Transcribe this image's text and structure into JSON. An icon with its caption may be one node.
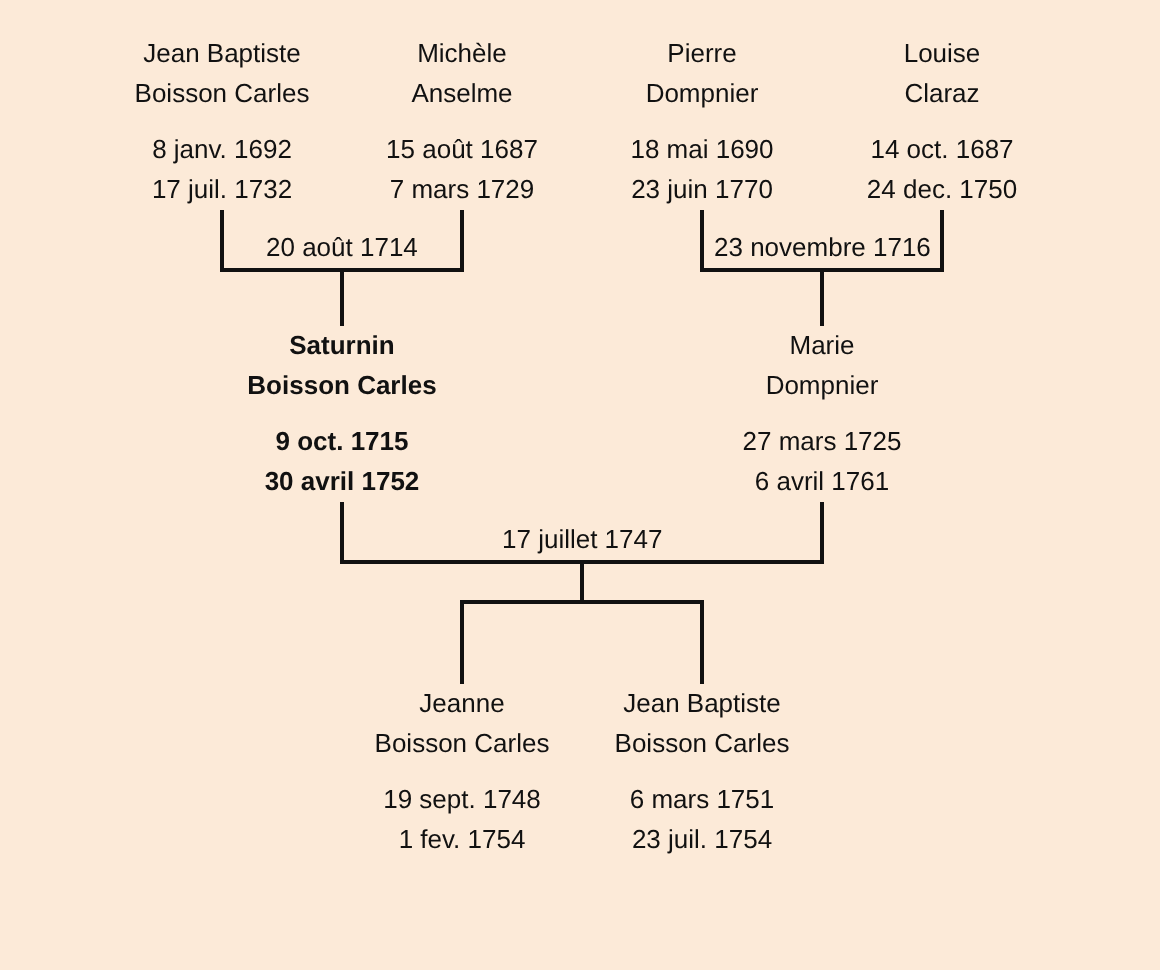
{
  "diagram": {
    "nodes": [
      {
        "text": [
          "Jean Baptiste Boisson Carles",
          "8 janv. 1692",
          "17 juil. 1732"
        ]
      },
      {
        "text": [
          "Michèle Anselme",
          "15 août 1687",
          "7 mars 1729"
        ]
      },
      {
        "text": [
          "Pierre Dompnier",
          "18 mai 1690",
          "23 juin 1770"
        ]
      },
      {
        "text": [
          "Louise Claraz",
          "14 oct. 1687",
          "24 dec. 1750"
        ]
      },
      {
        "text": [
          "Saturnin Boisson Carles",
          "9 oct. 1715",
          "30 avril 1752"
        ]
      },
      {
        "text": [
          "Marie Dompnier",
          "27 mars 1725",
          "6 avril 1761"
        ]
      },
      {
        "text": [
          "Jeanne Boisson Carles",
          "19 sept. 1748",
          "1 fev. 1754"
        ]
      },
      {
        "text": [
          "Jean Baptiste Boisson Carles",
          "6 mars 1751",
          "23 juil. 1754"
        ]
      }
    ],
    "edges": [
      {
        "from": 0,
        "to": 1,
        "arrow": "none",
        "label": "20 août 1714"
      },
      {
        "from": 0,
        "to": 4,
        "arrow": "none"
      },
      {
        "from": 1,
        "to": 4,
        "arrow": "none"
      },
      {
        "from": 2,
        "to": 3,
        "arrow": "none",
        "label": "23 novembre 1716"
      },
      {
        "from": 2,
        "to": 5,
        "arrow": "none"
      },
      {
        "from": 3,
        "to": 5,
        "arrow": "none"
      },
      {
        "from": 4,
        "to": 5,
        "arrow": "none",
        "label": "17 juillet 1747"
      },
      {
        "from": 4,
        "to": 6,
        "arrow": "none"
      },
      {
        "from": 4,
        "to": 7,
        "arrow": "none"
      },
      {
        "from": 5,
        "to": 6,
        "arrow": "none"
      },
      {
        "from": 5,
        "to": 7,
        "arrow": "none"
      }
    ]
  }
}
